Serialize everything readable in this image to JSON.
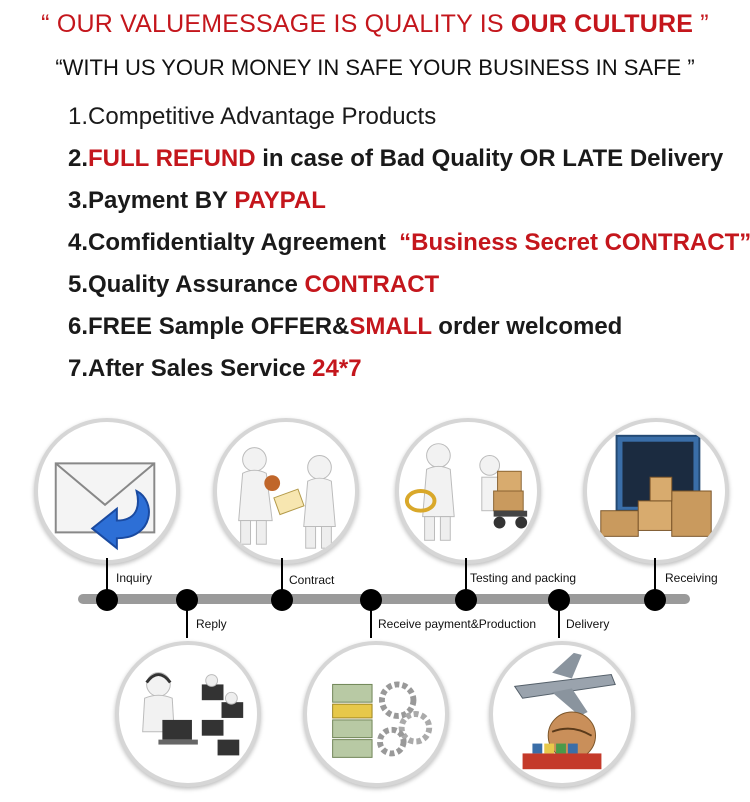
{
  "header": {
    "line1_a": "“ OUR VALUEMESSAGE IS QUALITY IS ",
    "line1_b": "OUR CULTURE",
    "line1_c": " ”",
    "line2": "“WITH US YOUR MONEY IN SAFE YOUR BUSINESS IN SAFE ”"
  },
  "list": {
    "item1": "1.Competitive Advantage Products",
    "item2_a": "2.",
    "item2_b": "FULL REFUND",
    "item2_c": " in case of Bad Quality OR LATE Delivery",
    "item3_a": "3.Payment BY ",
    "item3_b": "PAYPAL",
    "item4_a": "4.Comfidentialty Agreement  ",
    "item4_b": "“Business Secret CONTRACT”",
    "item5_a": "5.Quality Assurance ",
    "item5_b": "CONTRACT",
    "item6_a": "6.FREE Sample OFFER&",
    "item6_b": "SMALL",
    "item6_c": " order welcomed",
    "item7_a": "7.After Sales Service ",
    "item7_b": "24*7"
  },
  "steps": {
    "inquiry": "Inquiry",
    "reply": "Reply",
    "contract": "Contract",
    "receive_payment": "Receive payment&Production",
    "testing": "Testing and packing",
    "delivery": "Delivery",
    "receiving": "Receiving"
  },
  "icons": [
    "envelope-reply-icon",
    "handshake-contract-icon",
    "magnifier-inspection-icon",
    "container-boxes-icon",
    "call-center-icon",
    "money-gears-icon",
    "airplane-globe-ship-icon"
  ],
  "colors": {
    "accent_red": "#c4161c",
    "timeline_gray": "#9a9a9a"
  }
}
